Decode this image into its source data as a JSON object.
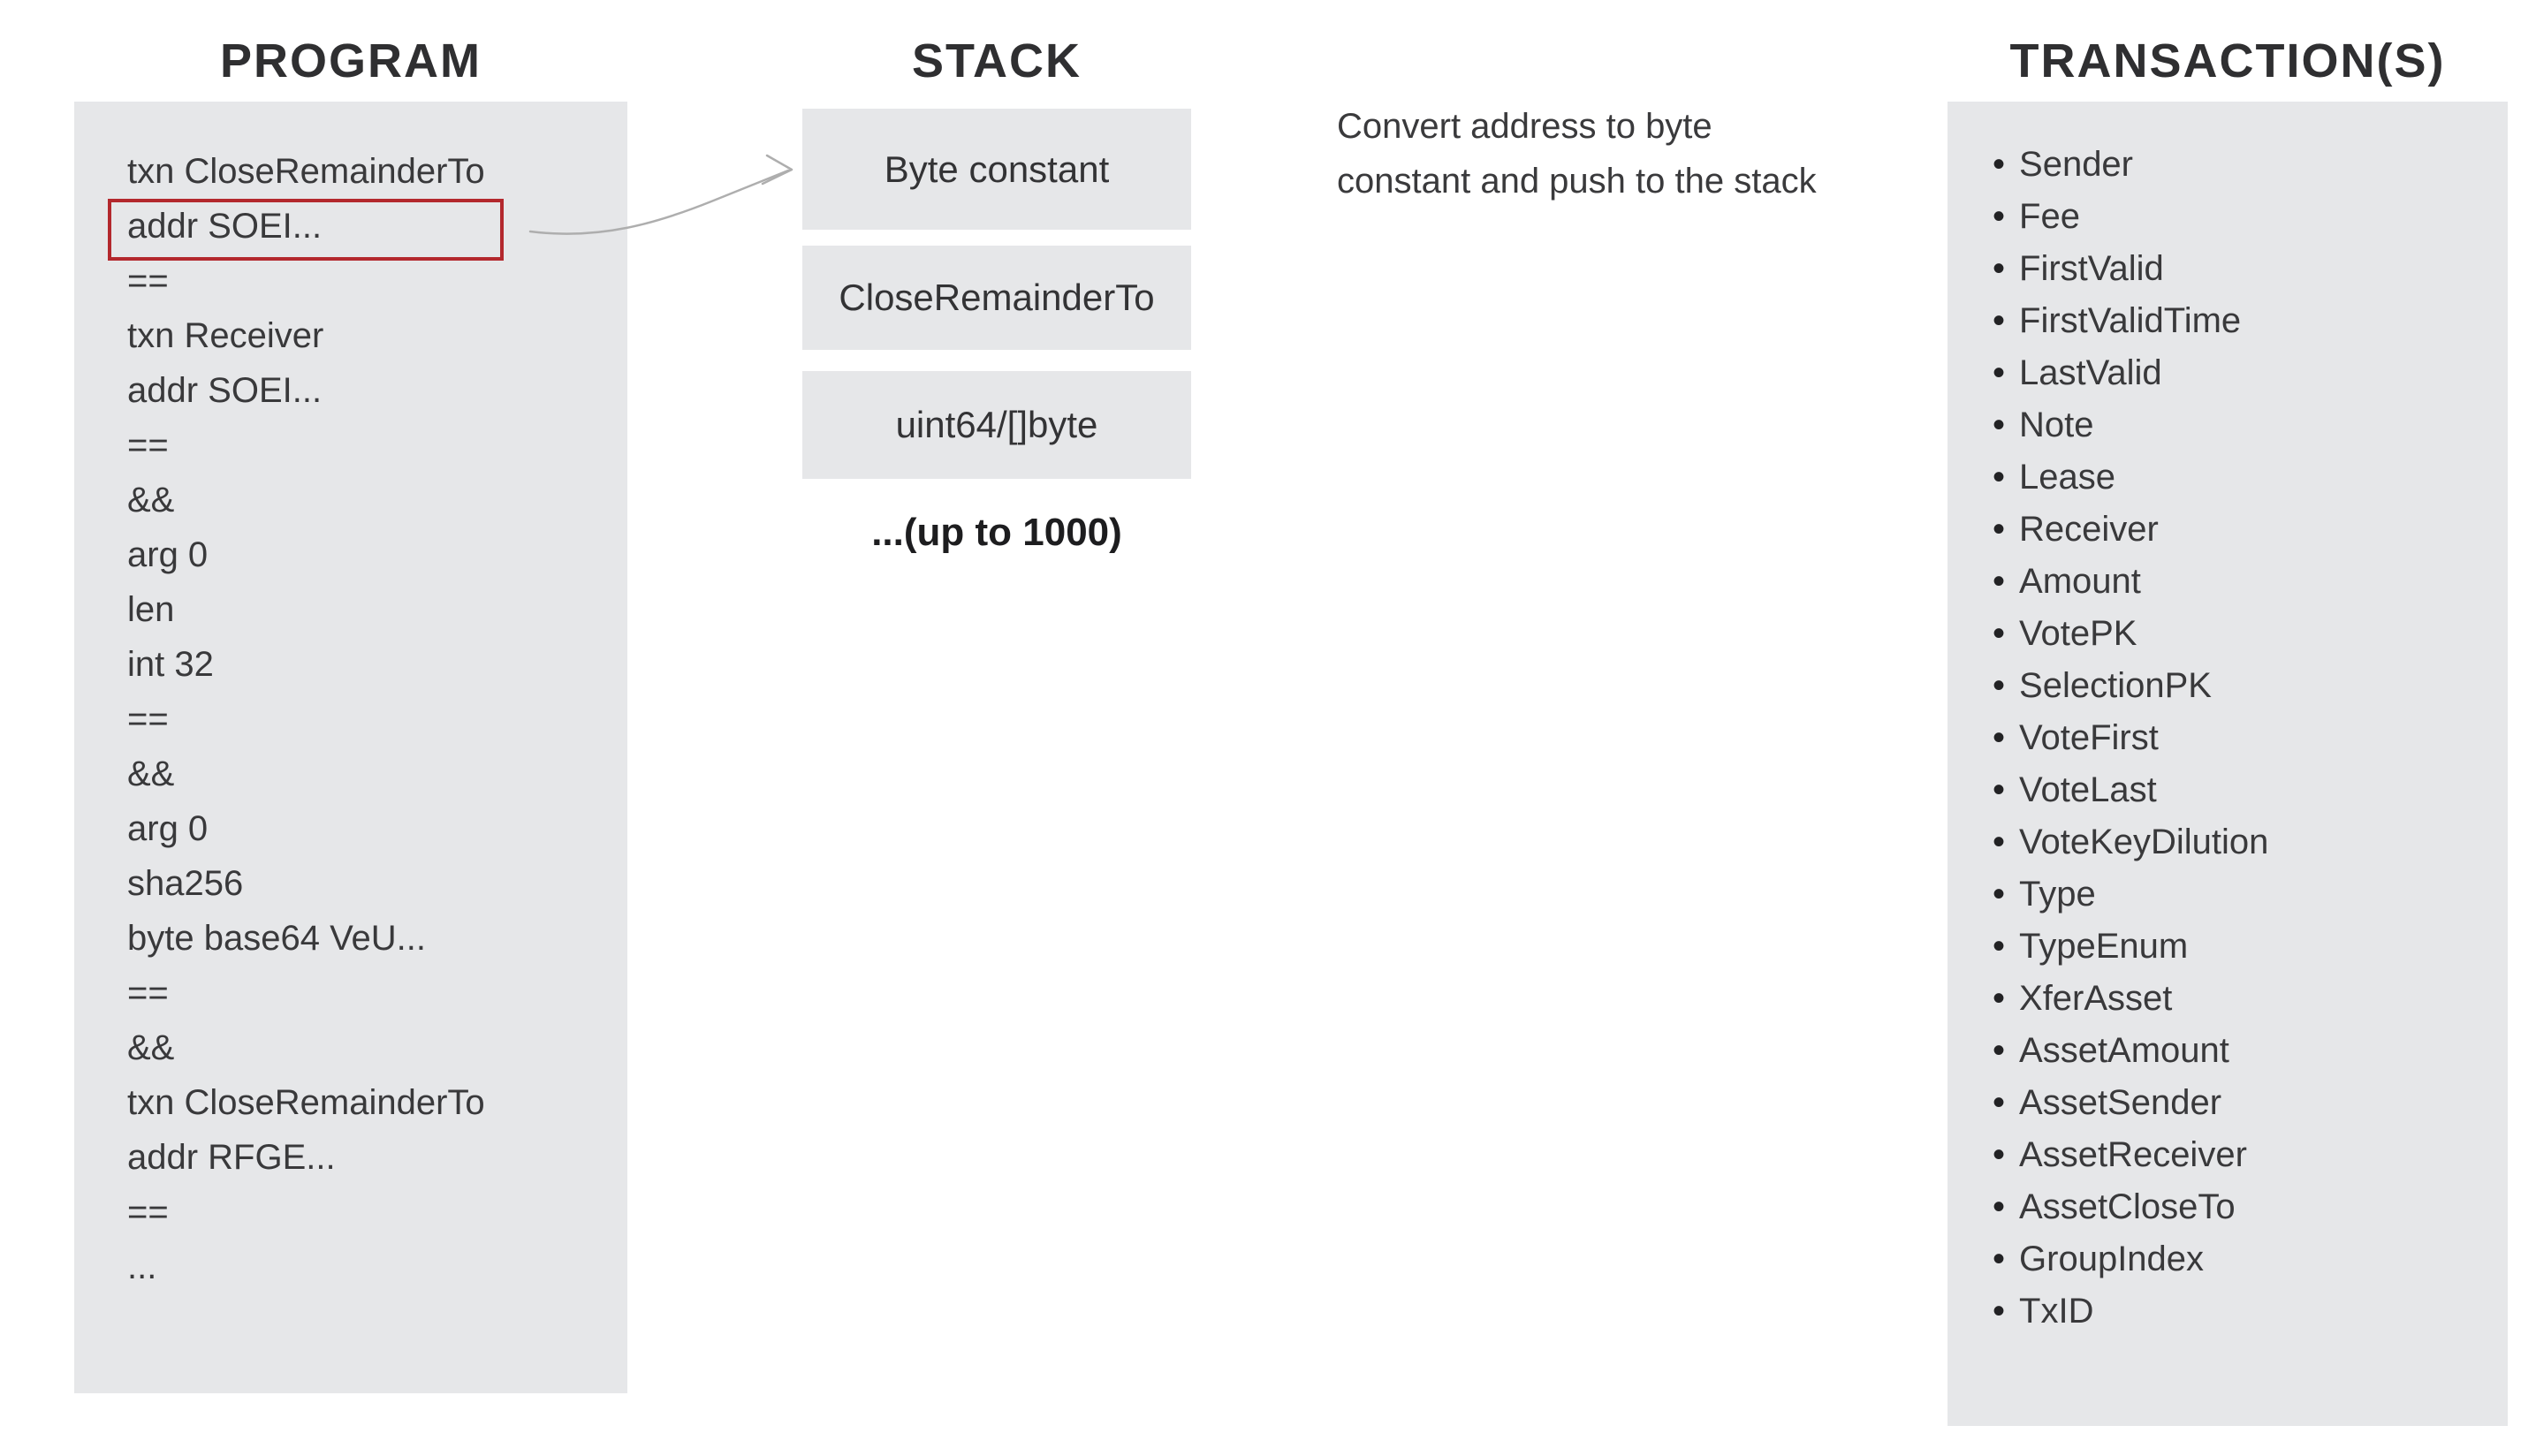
{
  "program": {
    "title": "PROGRAM",
    "lines": [
      "txn CloseRemainderTo",
      "addr SOEI...",
      "==",
      "txn Receiver",
      "addr SOEI...",
      "==",
      "&&",
      "arg 0",
      "len",
      "int 32",
      "==",
      "&&",
      "arg 0",
      "sha256",
      "byte base64 VeU...",
      "==",
      "&&",
      "txn CloseRemainderTo",
      "addr RFGE...",
      "==",
      "..."
    ],
    "highlight_index": 1,
    "highlighted_line": "addr SOEI..."
  },
  "stack": {
    "title": "STACK",
    "items": [
      "Byte constant",
      "CloseRemainderTo",
      "uint64/[]byte"
    ],
    "overflow_note": "...(up to 1000)"
  },
  "annotation": {
    "text": "Convert address to byte constant and push to the stack"
  },
  "transactions": {
    "title": "TRANSACTION(S)",
    "fields": [
      "Sender",
      "Fee",
      "FirstValid",
      "FirstValidTime",
      "LastValid",
      "Note",
      "Lease",
      "Receiver",
      "Amount",
      "VotePK",
      "SelectionPK",
      "VoteFirst",
      "VoteLast",
      "VoteKeyDilution",
      "Type",
      "TypeEnum",
      "XferAsset",
      "AssetAmount",
      "AssetSender",
      "AssetReceiver",
      "AssetCloseTo",
      "GroupIndex",
      "TxID"
    ]
  },
  "colors": {
    "panel_bg": "#e6e7e9",
    "highlight_border": "#b3282d",
    "arrow": "#aeaeae",
    "text": "#39393b"
  }
}
